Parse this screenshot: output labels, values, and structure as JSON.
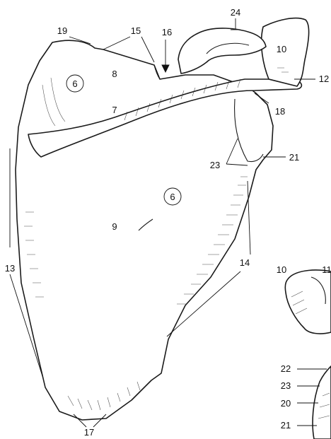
{
  "labels": {
    "l24": "24",
    "l19": "19",
    "l15": "15",
    "l16": "16",
    "l10a": "10",
    "l12": "12",
    "l6a": "6",
    "l8": "8",
    "l7": "7",
    "l18": "18",
    "l23a": "23",
    "l21a": "21",
    "l6b": "6",
    "l9": "9",
    "l13": "13",
    "l14": "14",
    "l10b": "10",
    "l11": "11",
    "l22": "22",
    "l23b": "23",
    "l20": "20",
    "l21b": "21",
    "l17": "17"
  }
}
